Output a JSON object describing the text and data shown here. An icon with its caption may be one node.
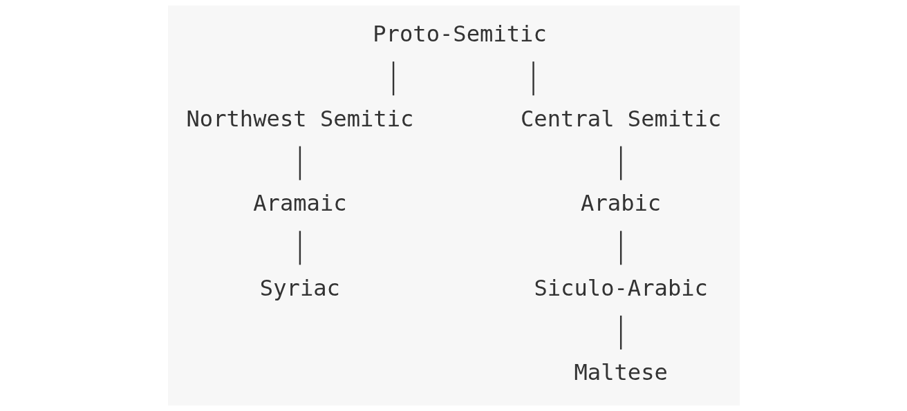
{
  "diagram": {
    "nodes": [
      {
        "text": [
          "Proto-Semitic"
        ]
      },
      {
        "text": [
          "Northwest Semitic"
        ]
      },
      {
        "text": [
          "Central Semitic"
        ]
      },
      {
        "text": [
          "Aramaic"
        ]
      },
      {
        "text": [
          "Syriac"
        ]
      },
      {
        "text": [
          "Arabic"
        ]
      },
      {
        "text": [
          "Siculo-Arabic"
        ]
      },
      {
        "text": [
          "Maltese"
        ]
      }
    ],
    "edges": [
      {
        "from": 0,
        "to": 1,
        "arrow": "none"
      },
      {
        "from": 0,
        "to": 2,
        "arrow": "none"
      },
      {
        "from": 1,
        "to": 3,
        "arrow": "none"
      },
      {
        "from": 3,
        "to": 4,
        "arrow": "none"
      },
      {
        "from": 2,
        "to": 5,
        "arrow": "none"
      },
      {
        "from": 5,
        "to": 6,
        "arrow": "none"
      },
      {
        "from": 6,
        "to": 7,
        "arrow": "none"
      }
    ]
  }
}
